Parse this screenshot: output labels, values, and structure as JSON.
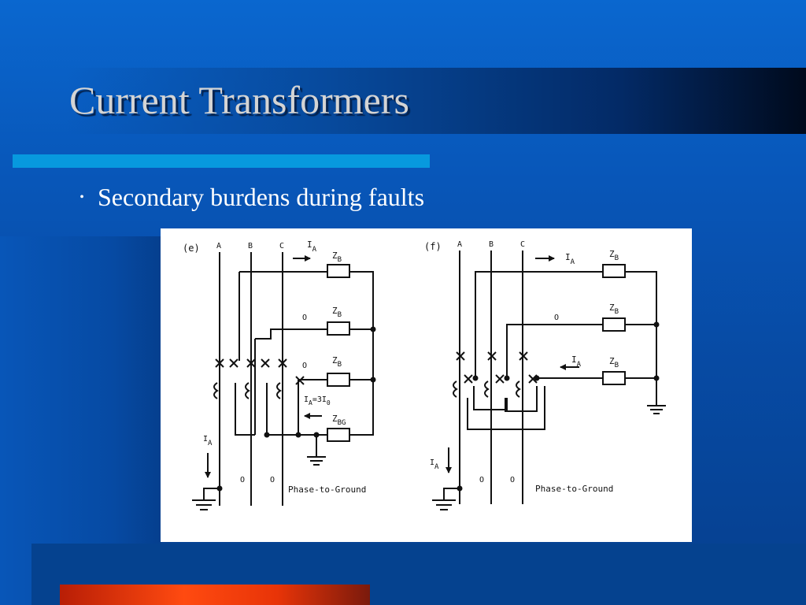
{
  "slide": {
    "title": "Current Transformers",
    "bullets": [
      "Secondary burdens during faults"
    ]
  },
  "figure": {
    "panels": [
      {
        "tag": "(e)",
        "phases": [
          "A",
          "B",
          "C"
        ],
        "current_top": "I",
        "current_top_sub": "A",
        "burden_1": "Z",
        "burden_1_sub": "B",
        "burden_2_current": "O",
        "burden_2": "Z",
        "burden_2_sub": "B",
        "burden_3_current": "O",
        "burden_3": "Z",
        "burden_3_sub": "B",
        "residual_eq": "I",
        "residual_eq_sub": "A",
        "residual_eq_rest": "=3I",
        "residual_eq_sub2": "0",
        "ground_burden": "Z",
        "ground_burden_sub": "BG",
        "primary_current": "I",
        "primary_current_sub": "A",
        "bottom_b": "O",
        "bottom_c": "O",
        "caption": "Phase-to-Ground"
      },
      {
        "tag": "(f)",
        "phases": [
          "A",
          "B",
          "C"
        ],
        "current_top": "I",
        "current_top_sub": "A",
        "burden_1": "Z",
        "burden_1_sub": "B",
        "burden_2_current": "O",
        "burden_2": "Z",
        "burden_2_sub": "B",
        "burden_3_current": "I",
        "burden_3_current_sub": "A",
        "burden_3": "Z",
        "burden_3_sub": "B",
        "primary_current": "I",
        "primary_current_sub": "A",
        "bottom_b": "O",
        "bottom_c": "O",
        "caption": "Phase-to-Ground"
      }
    ]
  }
}
